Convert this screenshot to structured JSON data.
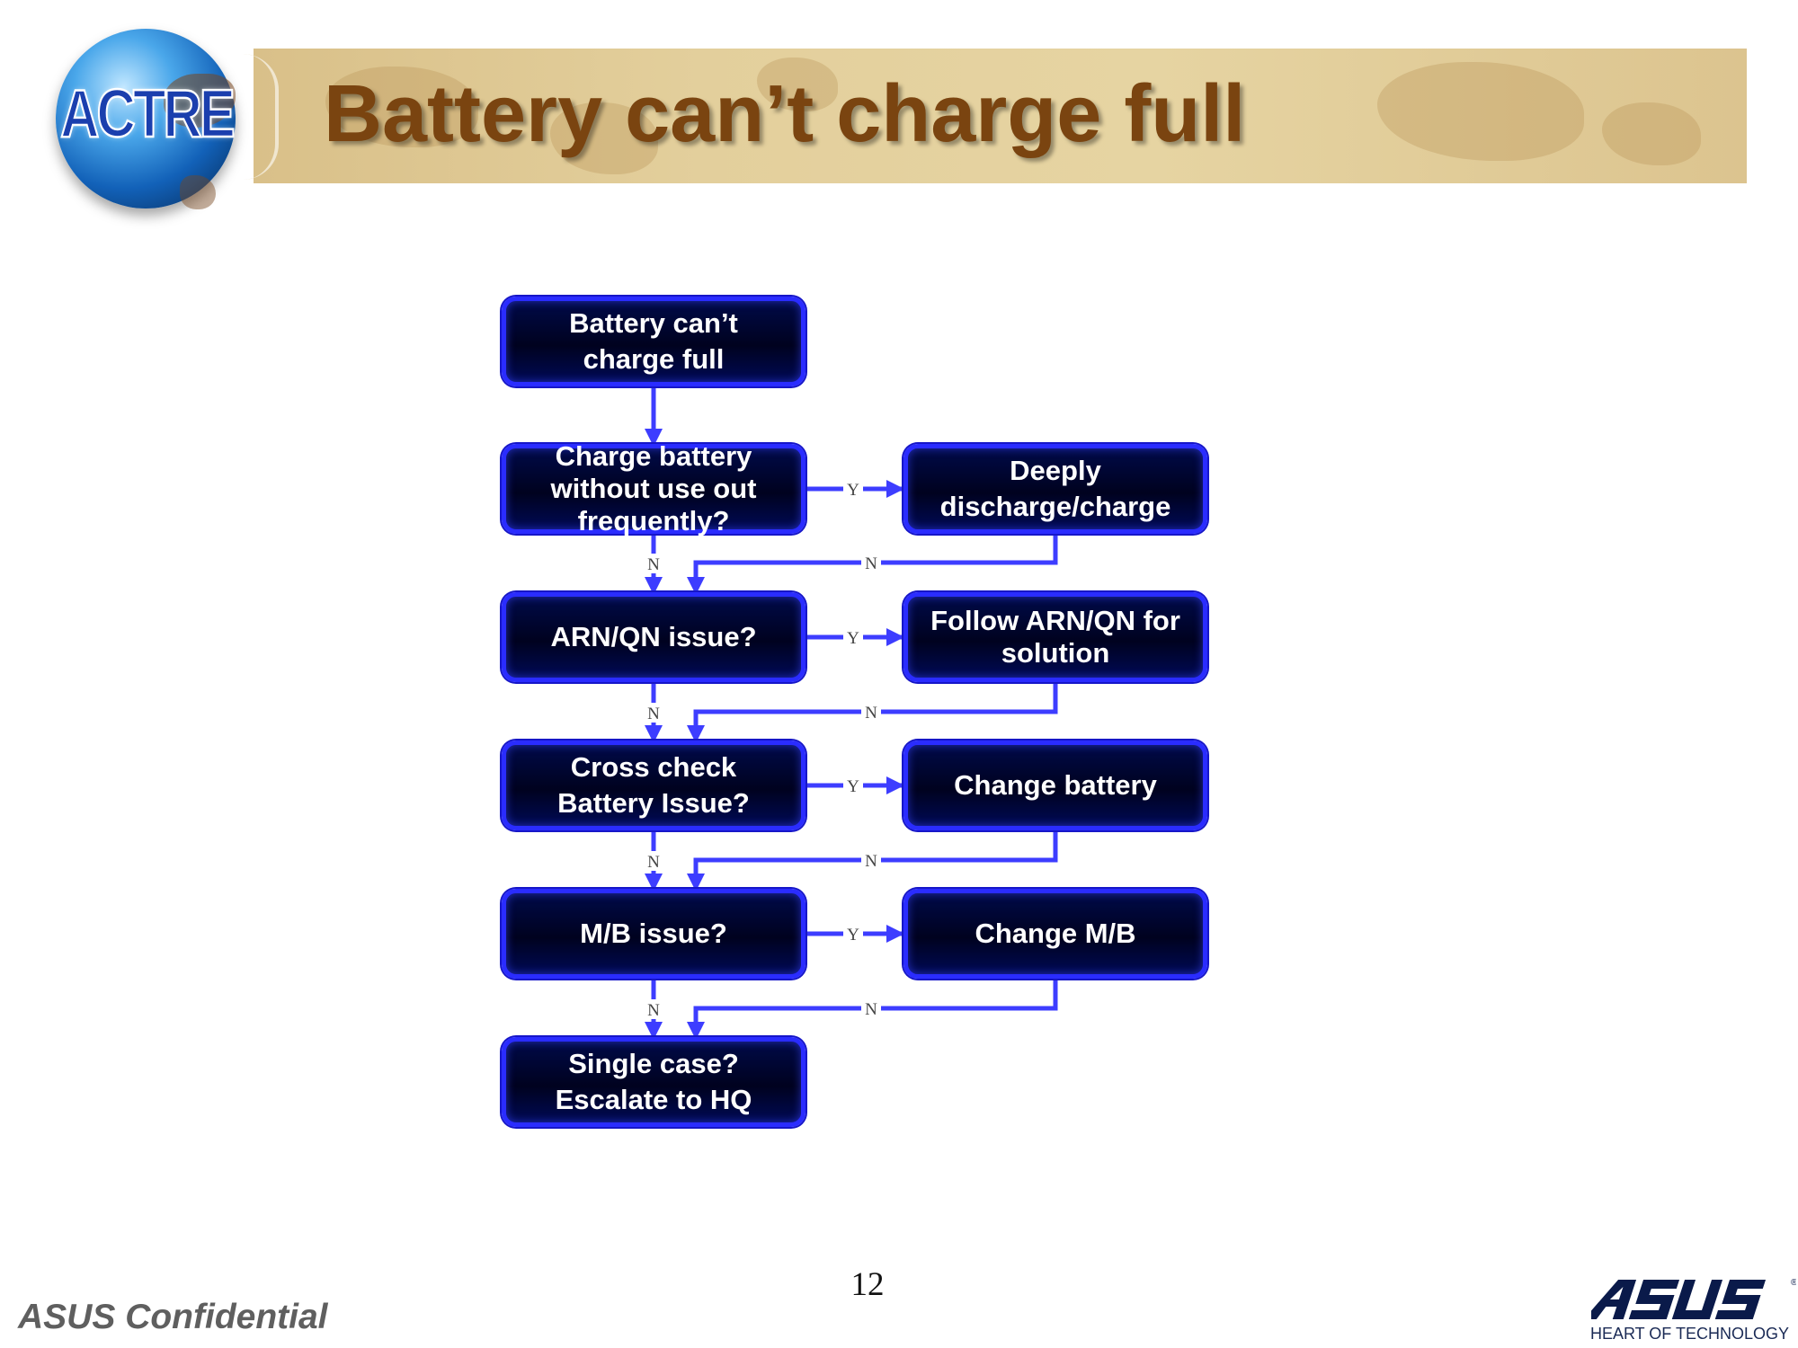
{
  "header": {
    "title": "Battery can’t charge full",
    "logo_text": "ACTRE"
  },
  "flowchart": {
    "nodes": {
      "start": "Battery can’t\ncharge full",
      "q_charge": "Charge battery\nwithout use out\nfrequently?",
      "a_deeply": "Deeply\ndischarge/charge",
      "q_arn": "ARN/QN issue?",
      "a_follow": "Follow ARN/QN for\nsolution",
      "q_cross": "Cross check\nBattery Issue?",
      "a_change_battery": "Change battery",
      "q_mb": "M/B issue?",
      "a_change_mb": "Change M/B",
      "end": "Single case?\nEscalate to HQ"
    },
    "yes_label": "Y",
    "no_label": "N",
    "colors": {
      "box_fill": "#00021f",
      "box_border": "#2a2cff",
      "arrow": "#3d3dff"
    }
  },
  "footer": {
    "confidential": "ASUS Confidential",
    "page_number": "12",
    "brand_logo": "ASUS",
    "brand_tagline": "HEART OF TECHNOLOGY"
  }
}
